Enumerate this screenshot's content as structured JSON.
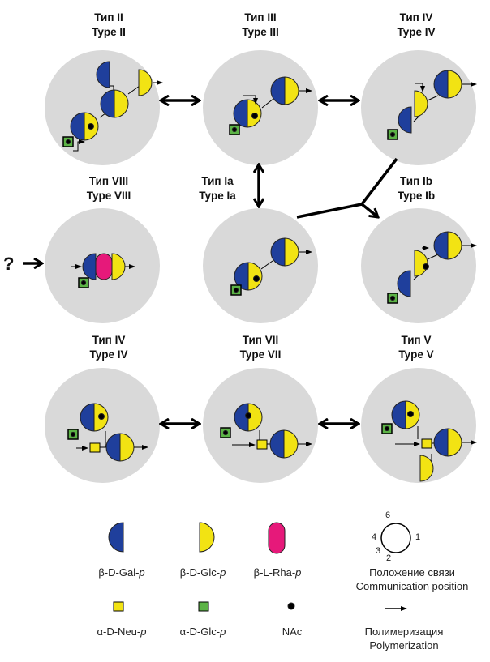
{
  "types": {
    "t2": {
      "ru": "Тип II",
      "en": "Type II"
    },
    "t3": {
      "ru": "Тип III",
      "en": "Type III"
    },
    "t4a": {
      "ru": "Тип IV",
      "en": "Type IV"
    },
    "t8": {
      "ru": "Тип VIII",
      "en": "Type VIII"
    },
    "t1a": {
      "ru": "Тип Ia",
      "en": "Type Ia"
    },
    "t1b": {
      "ru": "Тип Ib",
      "en": "Type Ib"
    },
    "t4b": {
      "ru": "Тип IV",
      "en": "Type IV"
    },
    "t7": {
      "ru": "Тип VII",
      "en": "Type VII"
    },
    "t5": {
      "ru": "Тип V",
      "en": "Type V"
    }
  },
  "question_mark": "?",
  "legend": {
    "gal": {
      "prefix": "β-D-Gal-",
      "suffix": "p"
    },
    "glc": {
      "prefix": "β-D-Glc-",
      "suffix": "p"
    },
    "rha": {
      "prefix": "β-L-Rha-",
      "suffix": "p"
    },
    "neu": {
      "prefix": "α-D-Neu-",
      "suffix": "p"
    },
    "aglc": {
      "prefix": "α-D-Glc-",
      "suffix": "p"
    },
    "nac": "NAc",
    "pos": {
      "ru": "Положение связи",
      "en": "Communication position"
    },
    "poly": {
      "ru": "Полимеризация",
      "en": "Polymerization"
    },
    "ring": {
      "n1": "1",
      "n2": "2",
      "n3": "3",
      "n4": "4",
      "n6": "6"
    }
  },
  "colors": {
    "gal": "#1f3f9c",
    "glc": "#f2e313",
    "rha": "#e6197a",
    "neu": "#f2e313",
    "aglc": "#5cb346",
    "circle": "#d9d9d9"
  }
}
